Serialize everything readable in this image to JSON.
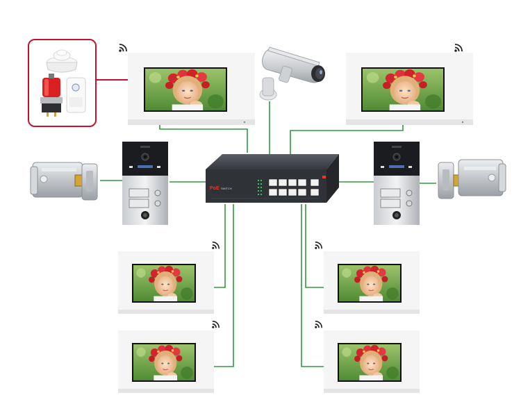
{
  "switch": {
    "brand": "PoE",
    "model": "SWITCH"
  },
  "colors": {
    "wire": "#2e9a3a",
    "alarm_wire": "#c8102e",
    "alarm_border": "#c8102e",
    "monitor_frame": "#f4f4f4",
    "switch_body": "#3a3d42"
  },
  "nodes": {
    "alarm_group": [
      "smoke-detector",
      "alarm-siren-light",
      "door-sensor"
    ],
    "camera": "bullet-ip-camera",
    "monitors": [
      "monitor-top-left",
      "monitor-top-right",
      "monitor-mid-left",
      "monitor-bottom-left",
      "monitor-mid-right",
      "monitor-bottom-right"
    ],
    "door_stations": [
      "door-station-left",
      "door-station-right"
    ],
    "locks": [
      "electric-lock-left",
      "electric-lock-right"
    ]
  },
  "icons": {
    "wireless": "wifi-signal-icon"
  }
}
